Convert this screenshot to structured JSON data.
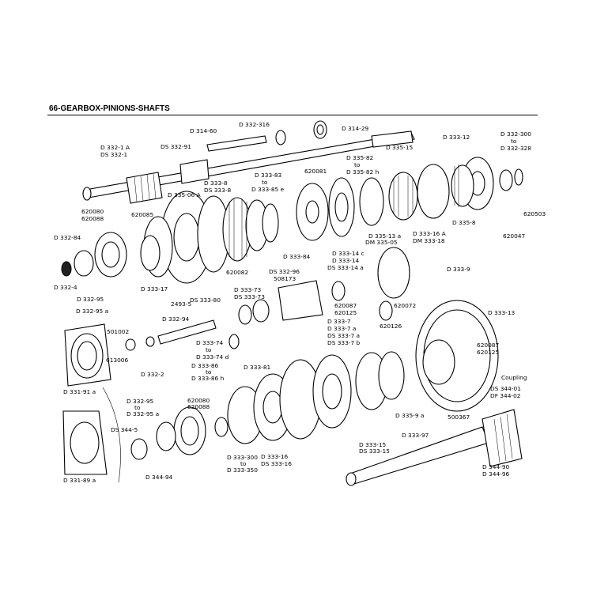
{
  "title": "66-GEARBOX-PINIONS-SHAFTS",
  "labels": [
    "D 314-60",
    "D 332-316",
    "D 314-29",
    "D 332-300",
    "to",
    "D 332-328",
    "D 332-1 A",
    "DS 332-1",
    "DS 332-91",
    "D 335-15",
    "D 333-12",
    "D 335-82",
    "to",
    "D 335-82 h",
    "620081",
    "D 333-83",
    "to",
    "D 333-85 e",
    "D 333-8",
    "DS 333-8",
    "D 335-06 A",
    "620080",
    "620088",
    "620085",
    "D 332-84",
    "D 332-4",
    "D 333-17",
    "620082",
    "D 333-84",
    "DS 332-96",
    "508173",
    "D 335-13 a",
    "DM 335-05",
    "D 333-16 A",
    "DM 333-18",
    "D 333-14 c",
    "D 333-14",
    "DS 333-14 a",
    "620503",
    "620047",
    "D 335-8",
    "D 333-9",
    "D 332-95",
    "D 332-95 a",
    "2493-5",
    "D 332-94",
    "DS 333-80",
    "D 333-73",
    "DS 333-73",
    "620087",
    "620125",
    "620072",
    "620126",
    "D 333-7",
    "D 333-7 a",
    "DS 333-7 a",
    "DS 333-7 b",
    "D 333-13",
    "501002",
    "613006",
    "D 332-2",
    "D 333-74",
    "to",
    "D 333-74 d",
    "620087",
    "620125",
    "D 333-86",
    "to",
    "D 333-86 h",
    "D 333-81",
    "D 331-91 a",
    "Coupling",
    "DS 344-01",
    "DF 344-02",
    "D 335-9 a",
    "500367",
    "D 332-95",
    "to",
    "D 332-95 a",
    "620080",
    "620088",
    "DS 344-5",
    "D 344-94",
    "D 331-89 a",
    "D 333-300",
    "to",
    "D 333-350",
    "D 333-16",
    "DS 333-16",
    "D 333-15",
    "DS 333-15",
    "D 333-97",
    "D 344-90",
    "D 344-96"
  ]
}
